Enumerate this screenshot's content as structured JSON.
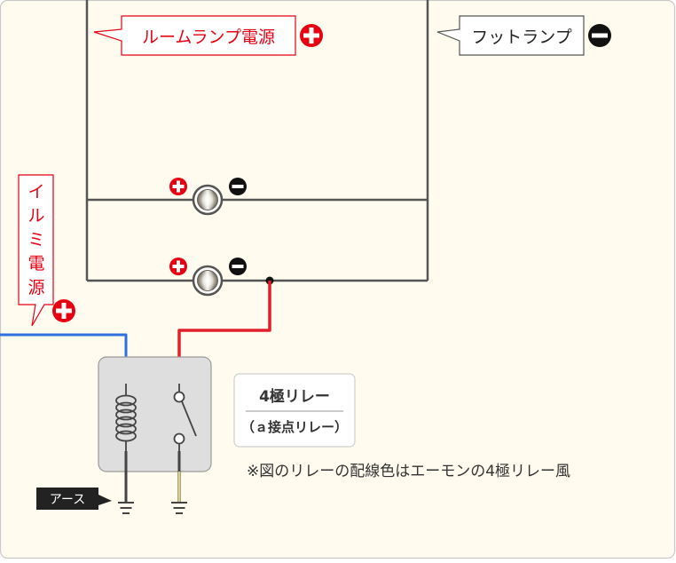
{
  "labels": {
    "room_lamp_power": "ルームランプ電源",
    "foot_lamp": "フットランプ",
    "illumi_power": [
      "イ",
      "ル",
      "ミ",
      "電",
      "源"
    ],
    "ground": "アース"
  },
  "relay_box": {
    "title": "4極リレー",
    "subtitle": "（ａ接点リレー）"
  },
  "note": "※図のリレーの配線色はエーモンの4極リレー風",
  "colors": {
    "background": "#fffcef",
    "border": "#c9c9c9",
    "red": "#e60012",
    "blue": "#2f6fe0",
    "wire_red": "#e0202a",
    "wire_dark": "#444444",
    "wire_yellow": "#f2e27a",
    "relay_body": "#dedede",
    "callout_fill": "#ffffff",
    "black": "#111111"
  },
  "icons": {
    "plus": "plus-circle-icon",
    "minus": "minus-circle-icon",
    "ground": "ground-symbol-icon",
    "lamp": "lamp-bulb-icon",
    "coil": "relay-coil-icon",
    "switch": "relay-switch-icon"
  }
}
